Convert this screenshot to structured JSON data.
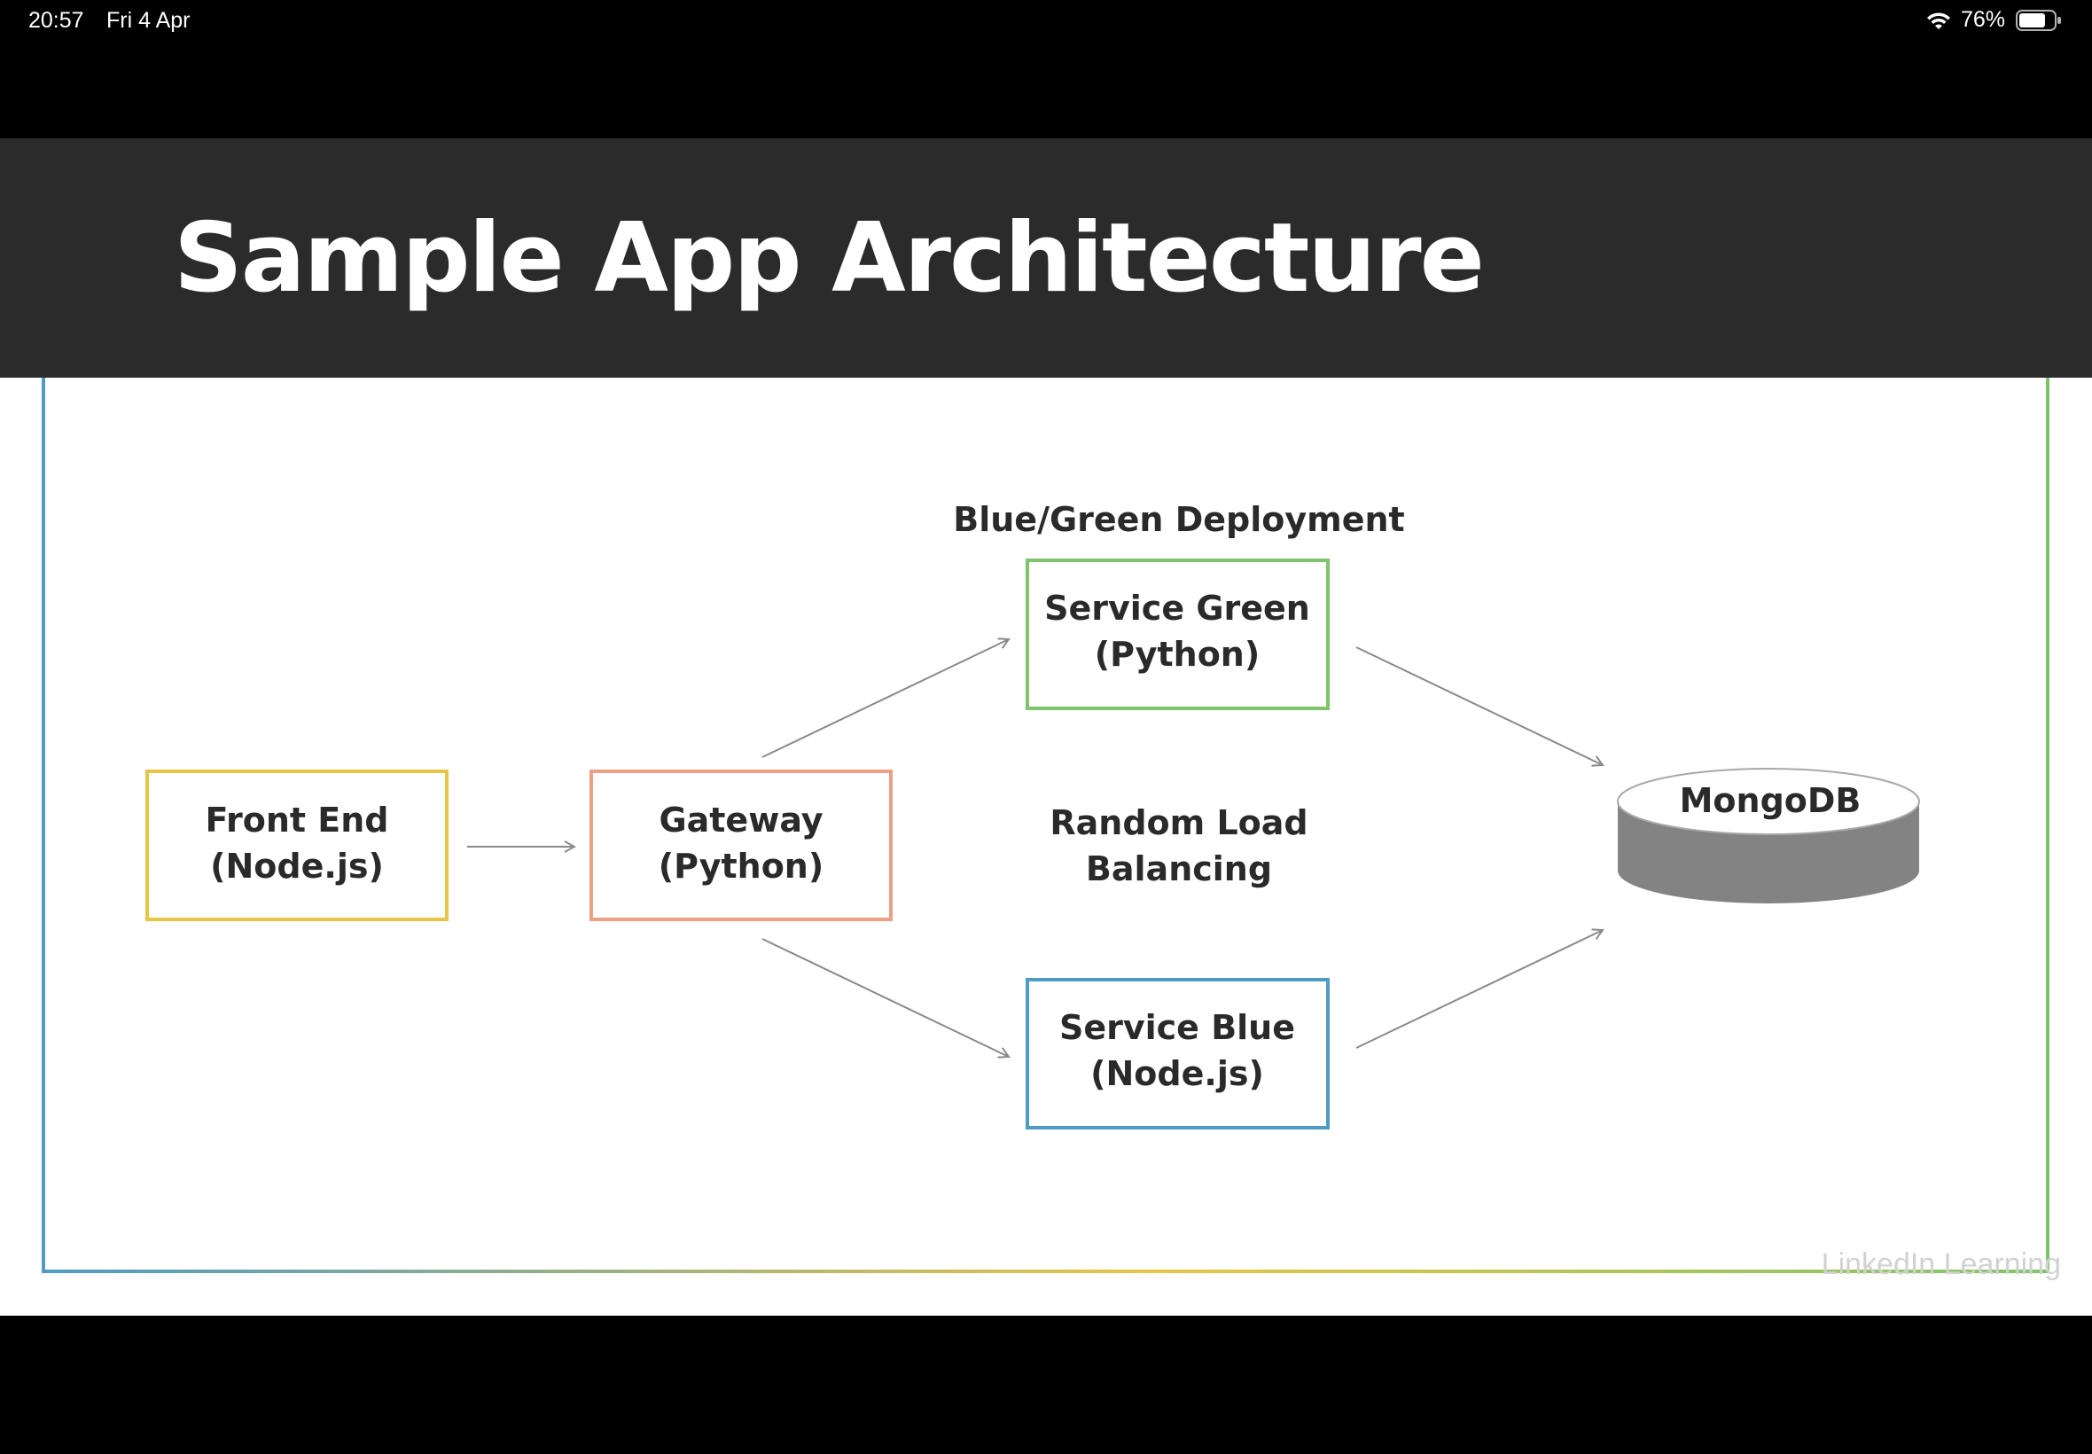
{
  "status_bar": {
    "time": "20:57",
    "date": "Fri 4 Apr",
    "battery_percent": "76%",
    "battery_level": 0.76,
    "icons": [
      "wifi-icon",
      "battery-icon"
    ]
  },
  "slide": {
    "title": "Sample App Architecture",
    "deployment_label": "Blue/Green Deployment",
    "balancing_label": [
      "Random Load",
      "Balancing"
    ],
    "watermark": "LinkedIn Learning"
  },
  "nodes": {
    "front_end": {
      "line1": "Front End",
      "line2": "(Node.js)",
      "color": "#e8c547"
    },
    "gateway": {
      "line1": "Gateway",
      "line2": "(Python)",
      "color": "#ec9f85"
    },
    "service_green": {
      "line1": "Service Green",
      "line2": "(Python)",
      "color": "#7ec46b"
    },
    "service_blue": {
      "line1": "Service Blue",
      "line2": "(Node.js)",
      "color": "#4f9bc4"
    },
    "mongodb": {
      "label": "MongoDB",
      "color": "#838383"
    }
  },
  "colors": {
    "header_bg": "#2b2b2b",
    "arrow": "#8a8a8a",
    "frame_gradient": [
      "#4f9bc4",
      "#e8c547",
      "#7ec46b"
    ]
  }
}
